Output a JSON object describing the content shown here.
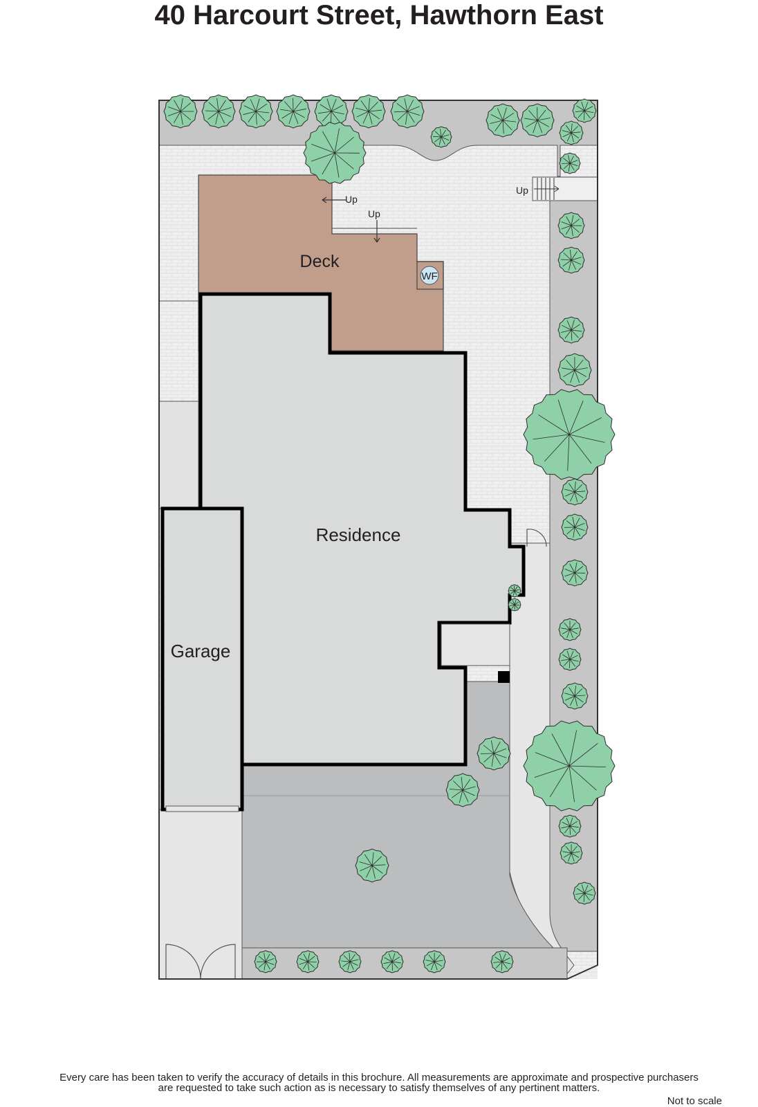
{
  "title": "40 Harcourt Street, Hawthorn East",
  "labels": {
    "deck": "Deck",
    "residence": "Residence",
    "garage": "Garage",
    "wf": "WF",
    "up": "Up"
  },
  "footer": {
    "disclaimer_line1": "Every care has been taken to verify the accuracy of details in this brochure.  All measurements are approximate and prospective purchasers",
    "disclaimer_line2": "are requested to take such action as is necessary to satisfy themselves of any pertinent matters.",
    "not_to_scale": "Not to scale"
  },
  "colors": {
    "paving": "#efefef",
    "pavers_line": "#dcdcdc",
    "garden_bed": "#c6c6c6",
    "driveway": "#bcbdbf",
    "building": "#d9dada",
    "deck": "#c19e8b",
    "tree": "#8fd0a8",
    "tree_line": "#2b2b2b",
    "wall": "#000000"
  }
}
